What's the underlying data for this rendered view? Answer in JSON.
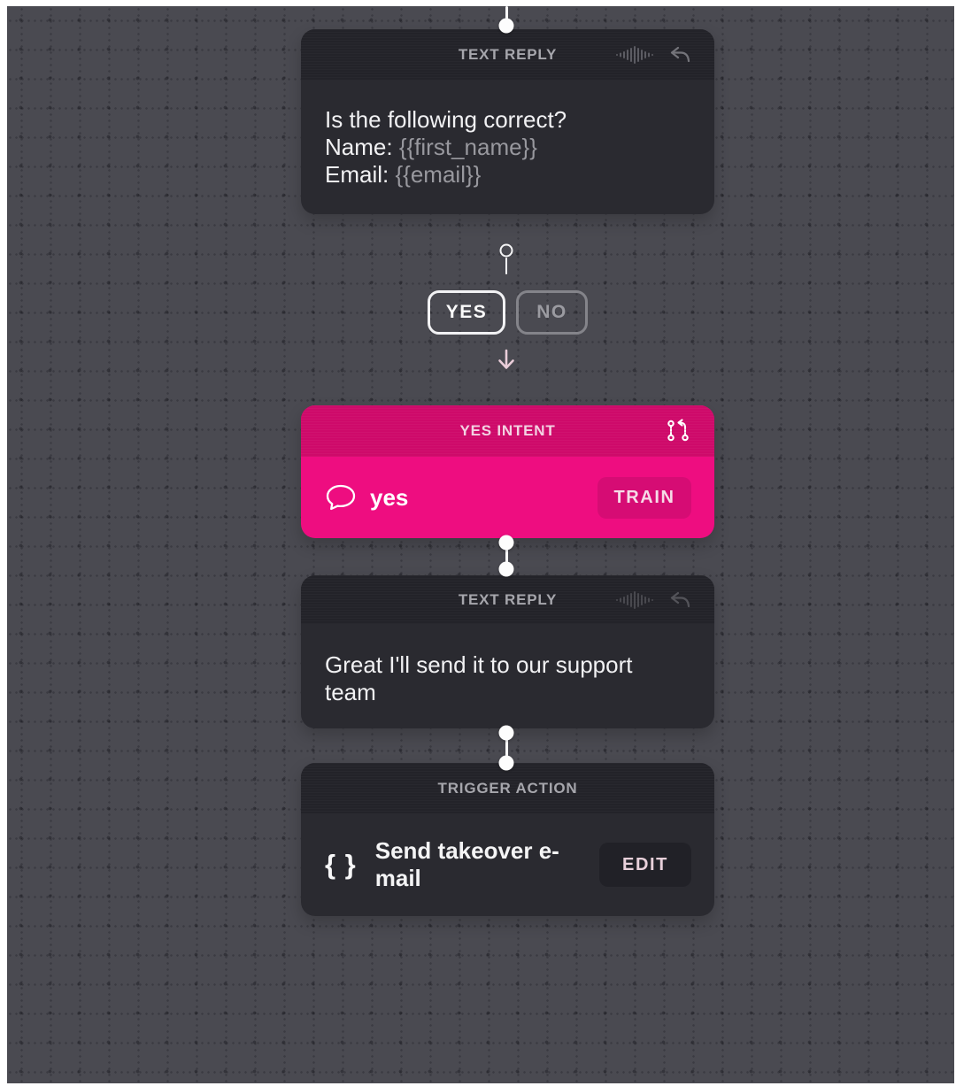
{
  "palette": {
    "canvas_bg": "#4a4a51",
    "node_bg": "#2a2a30",
    "node_header_bg": "#232329",
    "pink_body": "#ee0d80",
    "pink_header": "#ce0a6a",
    "muted_text": "#98989e",
    "connector": "#fdfdfd"
  },
  "reply1": {
    "type_label": "TEXT REPLY",
    "line1": "Is the following correct?",
    "name_label": "Name: ",
    "name_var": "{{first_name}}",
    "email_label": "Email: ",
    "email_var": "{{email}}"
  },
  "branch": {
    "yes_label": "YES",
    "no_label": "NO"
  },
  "intent": {
    "type_label": "YES INTENT",
    "utterance": "yes",
    "train_label": "TRAIN"
  },
  "reply2": {
    "type_label": "TEXT REPLY",
    "text": "Great I'll send it to our support team"
  },
  "action": {
    "type_label": "TRIGGER ACTION",
    "braces": "{ }",
    "name": "Send takeover e-mail",
    "edit_label": "EDIT"
  }
}
